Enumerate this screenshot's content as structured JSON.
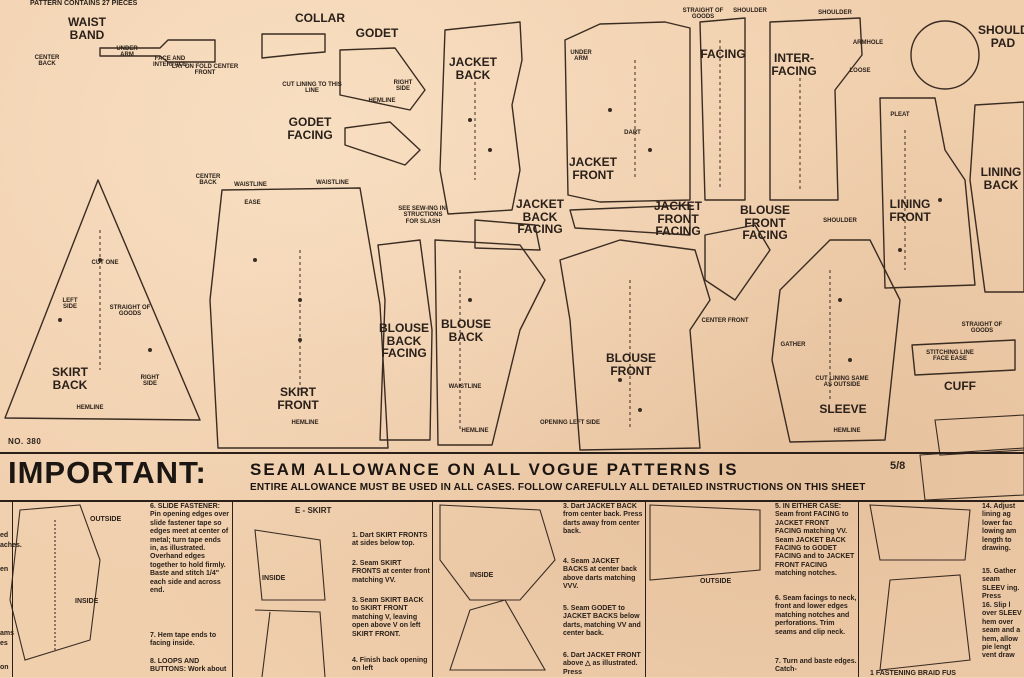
{
  "header_partial": "PATTERN CONTAINS 27 PIECES",
  "pattern_number": "NO. 380",
  "pieces": {
    "waist_band": "WAIST BAND",
    "collar": "COLLAR",
    "godet": "GODET",
    "godet_facing": "GODET FACING",
    "jacket_back": "JACKET BACK",
    "jacket_front": "JACKET FRONT",
    "facing": "FACING",
    "inter_facing": "INTER-FACING",
    "shoulder_pad": "SHOULDER PAD",
    "lining_front": "LINING FRONT",
    "lining_back": "LINING BACK",
    "skirt_back": "SKIRT BACK",
    "skirt_front": "SKIRT FRONT",
    "jacket_back_facing": "JACKET BACK FACING",
    "jacket_front_facing": "JACKET FRONT FACING",
    "blouse_front_facing": "BLOUSE FRONT FACING",
    "blouse_back_facing": "BLOUSE BACK FACING",
    "blouse_back": "BLOUSE BACK",
    "blouse_front": "BLOUSE FRONT",
    "sleeve": "SLEEVE",
    "cuff": "CUFF"
  },
  "markings": {
    "center_back": "CENTER BACK",
    "under_arm": "UNDER ARM",
    "face_interface": "FACE AND INTERFACE",
    "lay_on_fold": "LAY ON FOLD CENTER FRONT",
    "straight_goods": "STRAIGHT OF GOODS",
    "hemline": "HEMLINE",
    "waistline": "WAISTLINE",
    "cut_lining": "CUT LINING TO THIS LINE",
    "right_side": "RIGHT SIDE",
    "left_side": "LEFT SIDE",
    "cut_one": "CUT ONE",
    "ease": "EASE",
    "dart": "DART",
    "shoulder": "SHOULDER",
    "center_front": "CENTER FRONT",
    "opening": "OPENING LEFT SIDE",
    "see_sewing": "SEE SEW-ING IN-STRUCTIONS FOR SLASH",
    "cut_lining_same": "CUT LINING SAME AS OUTSIDE",
    "gather": "GATHER",
    "stitching_line": "STITCHING LINE FACE EASE",
    "pleat": "PLEAT",
    "armhole": "ARMHOLE",
    "loose": "LOOSE"
  },
  "banner": {
    "important": "IMPORTANT:",
    "seam": "SEAM ALLOWANCE ON ALL VOGUE PATTERNS IS",
    "fraction": "5/8",
    "entire": "ENTIRE ALLOWANCE MUST BE USED IN ALL CASES. FOLLOW CAREFULLY ALL DETAILED INSTRUCTIONS ON THIS SHEET"
  },
  "instructions": {
    "left_fragments": [
      "ed",
      "aches.",
      "en",
      "ams",
      "es",
      "on"
    ],
    "col2": {
      "step6": "6. SLIDE FASTENER: Pin opening edges over slide fastener tape so edges meet at center of metal; turn tape ends in, as illustrated. Overhand edges together to hold firmly. Baste and stitch 1/4\" each side and across end.",
      "step7": "7. Hem tape ends to facing inside.",
      "step8": "8. LOOPS AND BUTTONS: Work about",
      "outside": "OUTSIDE",
      "inside": "INSIDE"
    },
    "col3": {
      "head": "E - SKIRT",
      "step1": "1. Dart SKIRT FRONTS at sides below top.",
      "step2": "2. Seam SKIRT FRONTS at center front matching VV.",
      "step3": "3. Seam SKIRT BACK to SKIRT FRONT matching V, leaving open above V on left SKIRT FRONT.",
      "step4": "4. Finish back opening on left",
      "inside": "INSIDE"
    },
    "col4": {
      "step3": "3. Dart JACKET BACK from center back. Press darts away from center back.",
      "step4": "4. Seam JACKET BACKS at center back above darts matching VVV.",
      "step5": "5. Seam GODET to JACKET BACKS below darts, matching VV and center back.",
      "step6": "6. Dart JACKET FRONT above △ as illustrated. Press",
      "inside": "INSIDE"
    },
    "col5": {
      "outside": "OUTSIDE"
    },
    "col6": {
      "step5": "5. IN EITHER CASE: Seam front FACING to JACKET FRONT FACING matching VV. Seam JACKET BACK FACING to GODET FACING and to JACKET FRONT FACING matching notches.",
      "step6": "6. Seam facings to neck, front and lower edges matching notches and perforations. Trim seams and clip neck.",
      "step7": "7. Turn and baste edges. Catch-"
    },
    "col7": {
      "step14": "14. Adjust lining ag lower fac lowing am length to drawing.",
      "step15": "15. Gather seam SLEEV ing. Press",
      "step16": "16. Slip l over SLEEV hem over seam and a hem, allow pie lengt vent draw",
      "fastening": "1 FASTENING BRAID FUS"
    }
  }
}
